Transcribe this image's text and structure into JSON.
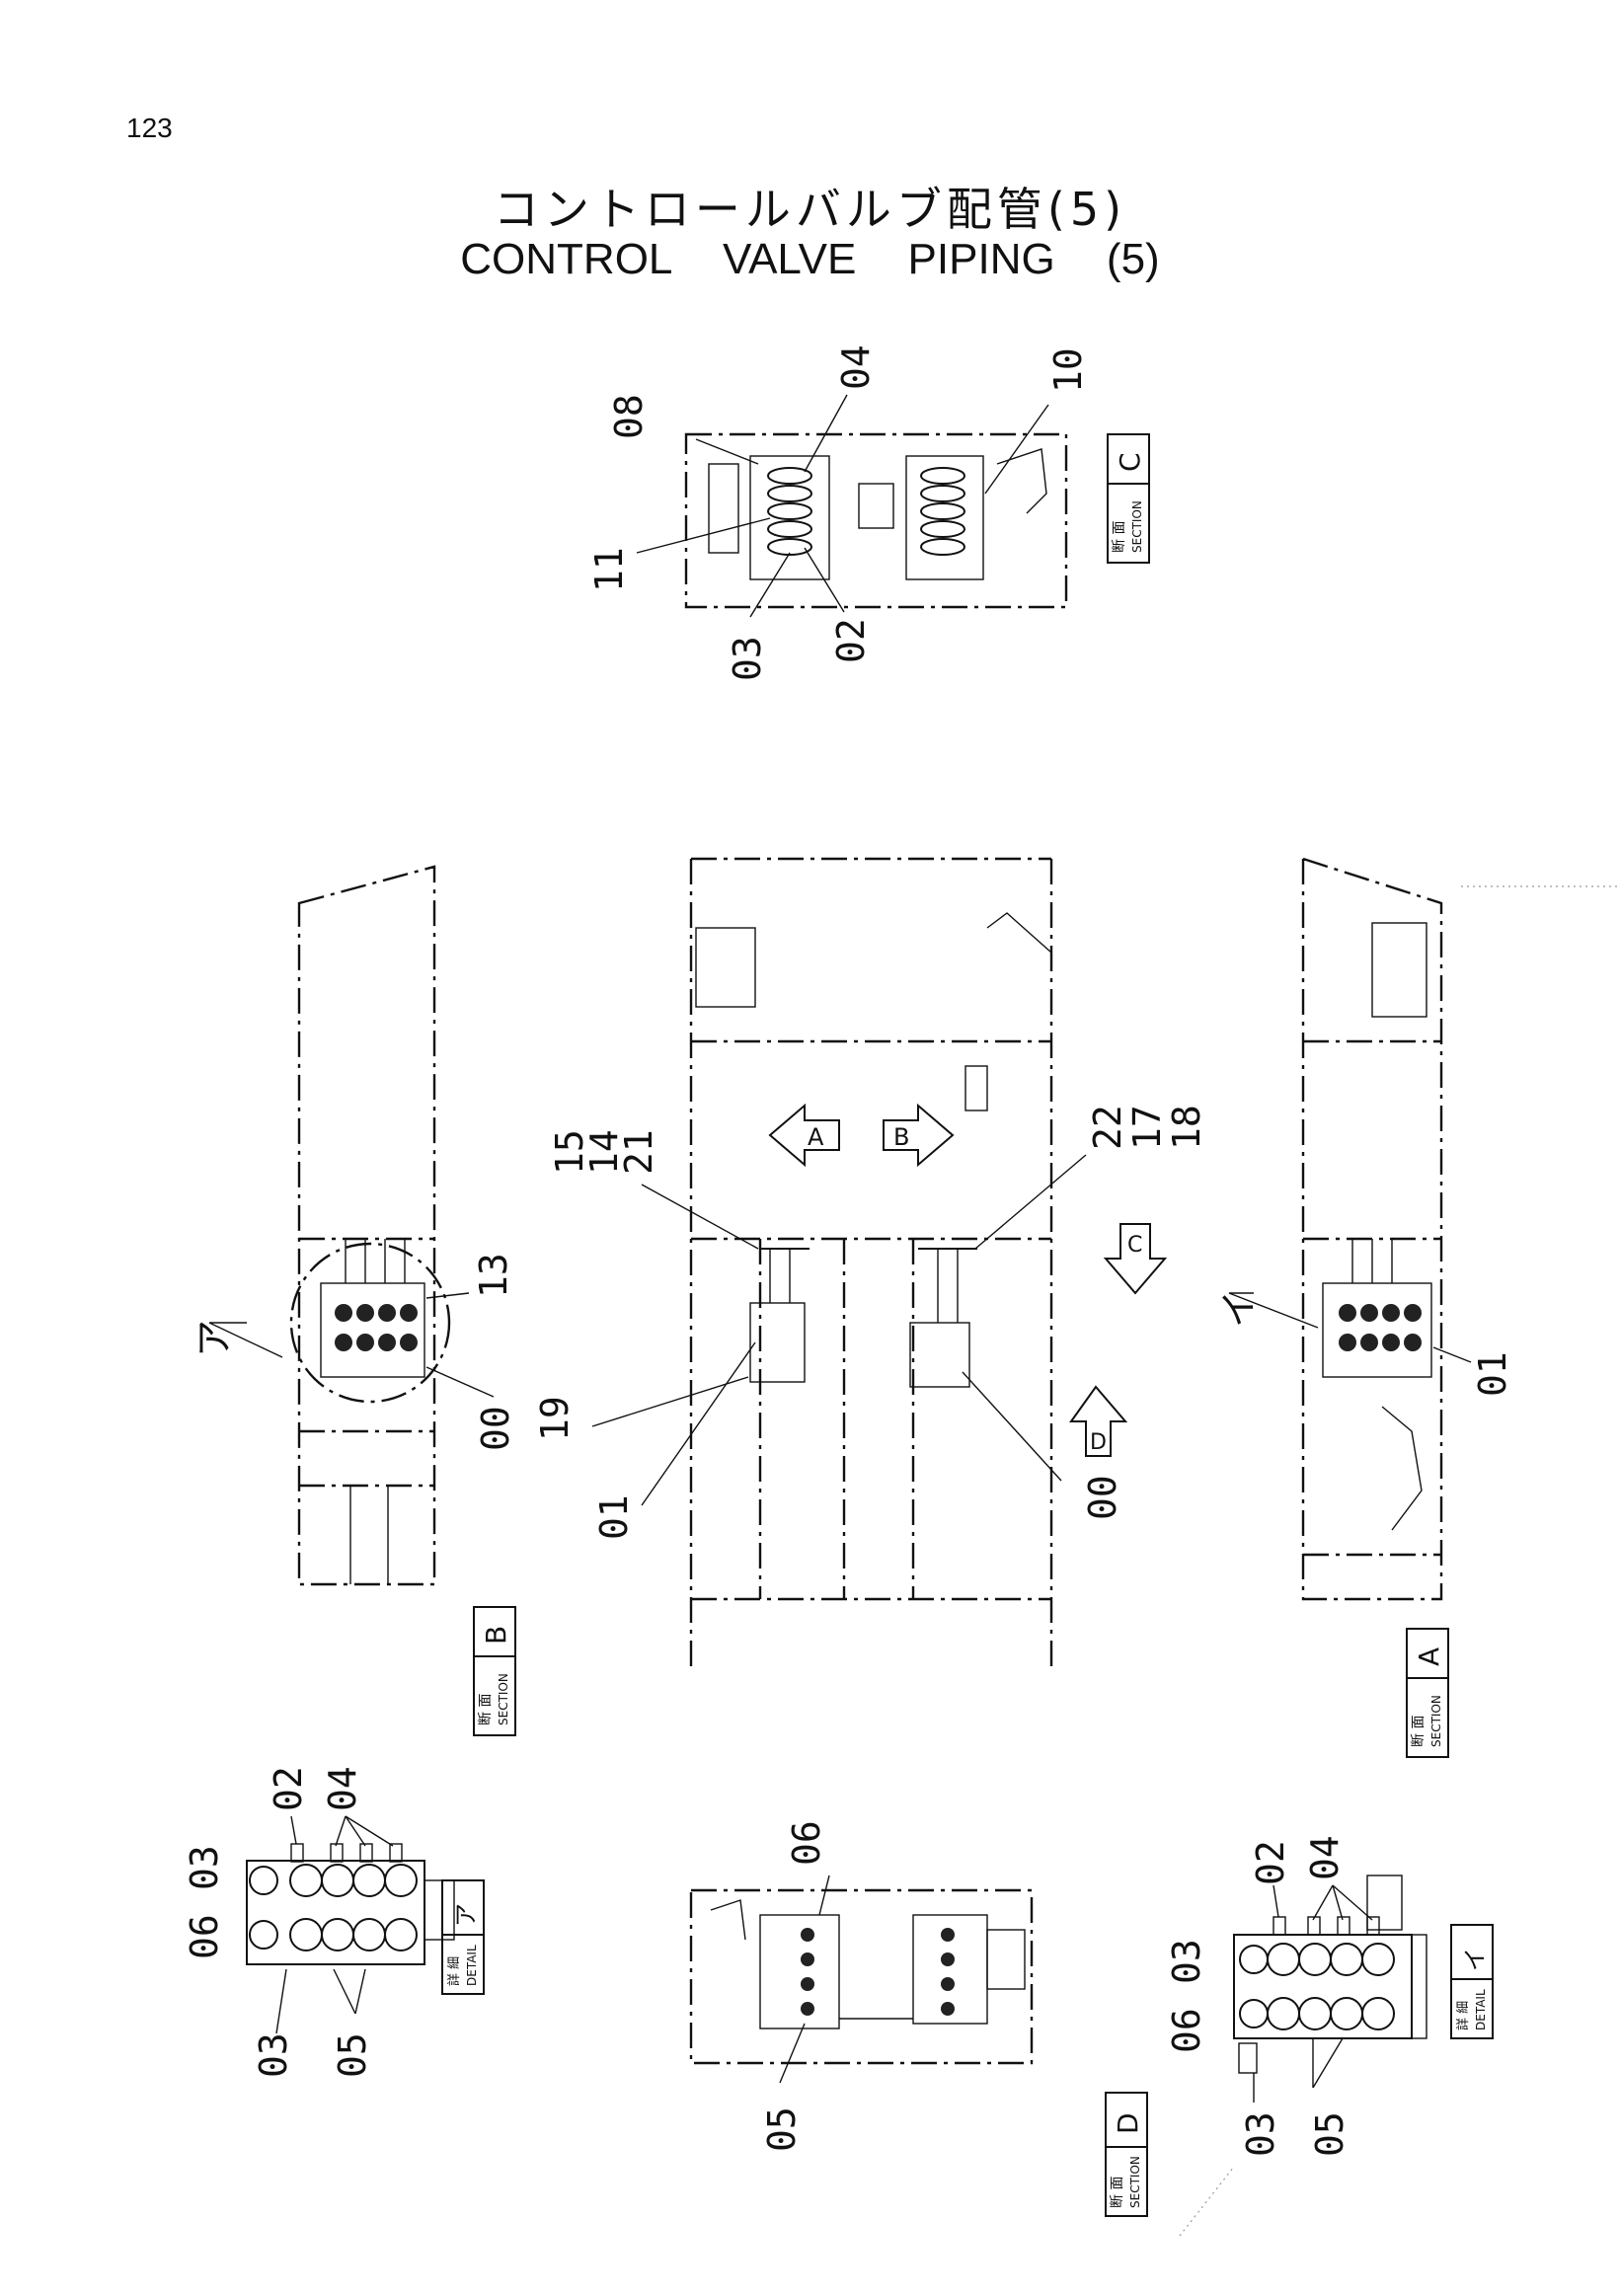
{
  "page": {
    "number": "123",
    "title_jp": "コントロールバルブ配管(5)",
    "title_en": "CONTROL  VALVE  PIPING (5)"
  },
  "views": {
    "section_c": {
      "box_jp": "断 面",
      "box_en": "SECTION",
      "box_letter": "C",
      "callouts": [
        "08",
        "04",
        "10",
        "11",
        "03",
        "02"
      ]
    },
    "section_b": {
      "box_jp": "断 面",
      "box_en": "SECTION",
      "box_letter": "B",
      "callouts": [
        "13",
        "00"
      ],
      "detail_mark": "ア"
    },
    "plan_view": {
      "callouts": [
        "15",
        "14",
        "21",
        "22",
        "17",
        "18",
        "19",
        "01",
        "00"
      ],
      "arrows": [
        "A",
        "B",
        "C",
        "D"
      ]
    },
    "section_a": {
      "box_jp": "断 面",
      "box_en": "SECTION",
      "box_letter": "A",
      "callouts": [
        "01"
      ],
      "detail_mark": "イ"
    },
    "detail_a": {
      "box_jp": "詳 細",
      "box_en": "DETAIL",
      "box_letter": "ア",
      "callouts": [
        "02",
        "04",
        "06",
        "03",
        "03",
        "05"
      ]
    },
    "section_d": {
      "box_jp": "断 面",
      "box_en": "SECTION",
      "box_letter": "D",
      "callouts": [
        "06",
        "05"
      ]
    },
    "detail_i": {
      "box_jp": "詳 細",
      "box_en": "DETAIL",
      "box_letter": "イ",
      "callouts": [
        "02",
        "04",
        "06",
        "03",
        "03",
        "05"
      ]
    }
  }
}
